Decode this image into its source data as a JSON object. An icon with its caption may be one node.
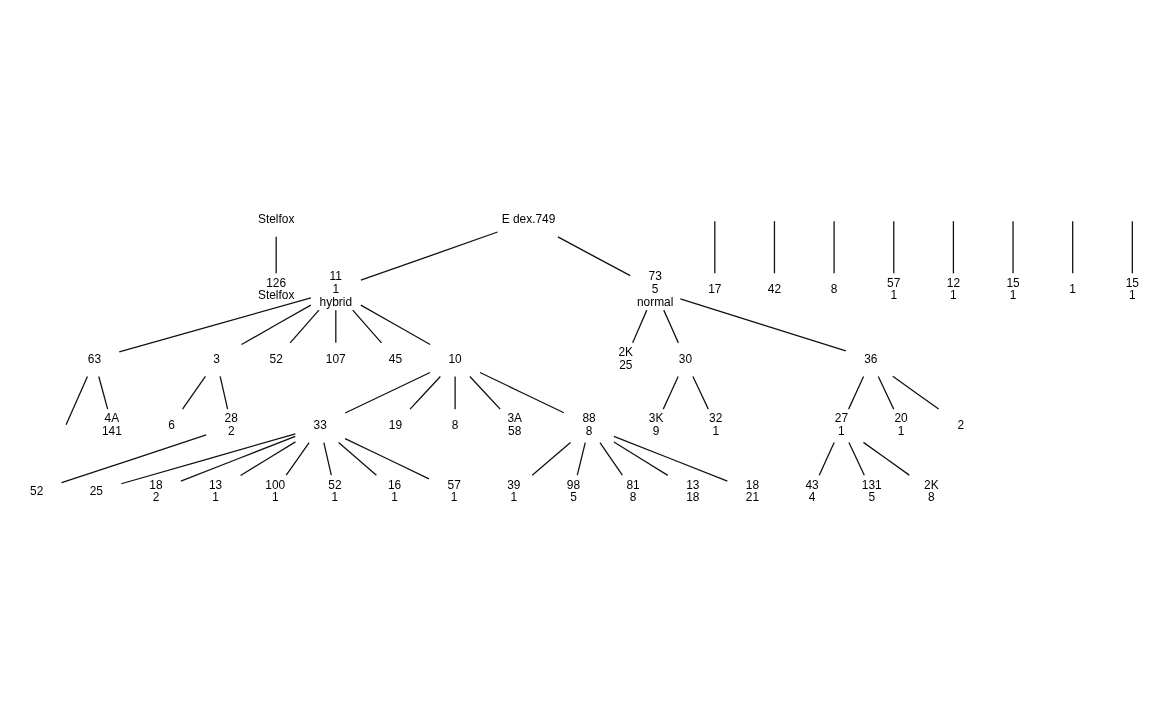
{
  "diagram": {
    "nodes": [
      {
        "text": [
          "Stelfox"
        ]
      },
      {
        "text": [
          "E dex.749"
        ]
      },
      {
        "text": [
          "126",
          "Stelfox"
        ]
      },
      {
        "text": [
          "11",
          "1",
          "hybrid"
        ]
      },
      {
        "text": [
          "73",
          "5",
          "normal"
        ]
      },
      {
        "text": [
          "63"
        ]
      },
      {
        "text": [
          "3"
        ]
      },
      {
        "text": [
          "52"
        ]
      },
      {
        "text": [
          "107"
        ]
      },
      {
        "text": [
          "45"
        ]
      },
      {
        "text": [
          "10"
        ]
      },
      {
        "text": [
          "2K",
          "25"
        ]
      },
      {
        "text": [
          "30"
        ]
      },
      {
        "text": [
          "36"
        ]
      },
      {
        "text": [
          "4A",
          "141"
        ]
      },
      {
        "text": [
          "6"
        ]
      },
      {
        "text": [
          "28",
          "2"
        ]
      },
      {
        "text": [
          "33"
        ]
      },
      {
        "text": [
          "19"
        ]
      },
      {
        "text": [
          "8"
        ]
      },
      {
        "text": [
          "3A",
          "58"
        ]
      },
      {
        "text": [
          "88",
          "8"
        ]
      },
      {
        "text": [
          "3K",
          "9"
        ]
      },
      {
        "text": [
          "32",
          "1"
        ]
      },
      {
        "text": [
          "27",
          "1"
        ]
      },
      {
        "text": [
          "20",
          "1"
        ]
      },
      {
        "text": [
          "2"
        ]
      },
      {
        "text": [
          "17"
        ]
      },
      {
        "text": [
          "42"
        ]
      },
      {
        "text": [
          "8"
        ]
      },
      {
        "text": [
          "57",
          "1"
        ]
      },
      {
        "text": [
          "12",
          "1"
        ]
      },
      {
        "text": [
          "15",
          "1"
        ]
      },
      {
        "text": [
          "1"
        ]
      },
      {
        "text": [
          "15",
          "1"
        ]
      },
      {
        "text": [
          "52"
        ]
      },
      {
        "text": [
          "25"
        ]
      },
      {
        "text": [
          "18",
          "2"
        ]
      },
      {
        "text": [
          "13",
          "1"
        ]
      },
      {
        "text": [
          "100",
          "1"
        ]
      },
      {
        "text": [
          "52",
          "1"
        ]
      },
      {
        "text": [
          "16",
          "1"
        ]
      },
      {
        "text": [
          "57",
          "1"
        ]
      },
      {
        "text": [
          "39",
          "1"
        ]
      },
      {
        "text": [
          "98",
          "5"
        ]
      },
      {
        "text": [
          "81",
          "8"
        ]
      },
      {
        "text": [
          "13",
          "18"
        ]
      },
      {
        "text": [
          "18",
          "21"
        ]
      },
      {
        "text": [
          "43",
          "4"
        ]
      },
      {
        "text": [
          "131",
          "5"
        ]
      },
      {
        "text": [
          "2K",
          "8"
        ]
      }
    ],
    "edges": [
      {
        "from": 0,
        "to": 2,
        "arrow": "none"
      },
      {
        "from": 1,
        "to": 3,
        "arrow": "none"
      },
      {
        "from": 1,
        "to": 4,
        "arrow": "none"
      },
      {
        "from": 3,
        "to": 5,
        "arrow": "none"
      },
      {
        "from": 3,
        "to": 6,
        "arrow": "none"
      },
      {
        "from": 3,
        "to": 7,
        "arrow": "none"
      },
      {
        "from": 3,
        "to": 8,
        "arrow": "none"
      },
      {
        "from": 3,
        "to": 9,
        "arrow": "none"
      },
      {
        "from": 3,
        "to": 10,
        "arrow": "none"
      },
      {
        "from": 4,
        "to": 11,
        "arrow": "none"
      },
      {
        "from": 4,
        "to": 12,
        "arrow": "none"
      },
      {
        "from": 4,
        "to": 13,
        "arrow": "none"
      },
      {
        "from": 5,
        "to": null,
        "arrow": "none"
      },
      {
        "from": 5,
        "to": 14,
        "arrow": "none"
      },
      {
        "from": 6,
        "to": 15,
        "arrow": "none"
      },
      {
        "from": 6,
        "to": 16,
        "arrow": "none"
      },
      {
        "from": 10,
        "to": 17,
        "arrow": "none"
      },
      {
        "from": 10,
        "to": 18,
        "arrow": "none"
      },
      {
        "from": 10,
        "to": 19,
        "arrow": "none"
      },
      {
        "from": 10,
        "to": 20,
        "arrow": "none"
      },
      {
        "from": 10,
        "to": 21,
        "arrow": "none"
      },
      {
        "from": 12,
        "to": 22,
        "arrow": "none"
      },
      {
        "from": 12,
        "to": 23,
        "arrow": "none"
      },
      {
        "from": 13,
        "to": 24,
        "arrow": "none"
      },
      {
        "from": 13,
        "to": 25,
        "arrow": "none"
      },
      {
        "from": 13,
        "to": 26,
        "arrow": "none"
      },
      {
        "from": null,
        "to": 27,
        "arrow": "none"
      },
      {
        "from": null,
        "to": 28,
        "arrow": "none"
      },
      {
        "from": null,
        "to": 29,
        "arrow": "none"
      },
      {
        "from": null,
        "to": 30,
        "arrow": "none"
      },
      {
        "from": null,
        "to": 31,
        "arrow": "none"
      },
      {
        "from": null,
        "to": 32,
        "arrow": "none"
      },
      {
        "from": null,
        "to": 33,
        "arrow": "none"
      },
      {
        "from": null,
        "to": 34,
        "arrow": "none"
      },
      {
        "from": 16,
        "to": 35,
        "arrow": "none"
      },
      {
        "from": 17,
        "to": 36,
        "arrow": "none"
      },
      {
        "from": 17,
        "to": 37,
        "arrow": "none"
      },
      {
        "from": 17,
        "to": 38,
        "arrow": "none"
      },
      {
        "from": 17,
        "to": 39,
        "arrow": "none"
      },
      {
        "from": 17,
        "to": 40,
        "arrow": "none"
      },
      {
        "from": 17,
        "to": 41,
        "arrow": "none"
      },
      {
        "from": 17,
        "to": 42,
        "arrow": "none"
      },
      {
        "from": 21,
        "to": 43,
        "arrow": "none"
      },
      {
        "from": 21,
        "to": 44,
        "arrow": "none"
      },
      {
        "from": 21,
        "to": 45,
        "arrow": "none"
      },
      {
        "from": 21,
        "to": 46,
        "arrow": "none"
      },
      {
        "from": 21,
        "to": 47,
        "arrow": "none"
      },
      {
        "from": 24,
        "to": 48,
        "arrow": "none"
      },
      {
        "from": 24,
        "to": 49,
        "arrow": "none"
      },
      {
        "from": 24,
        "to": 50,
        "arrow": "none"
      }
    ]
  }
}
